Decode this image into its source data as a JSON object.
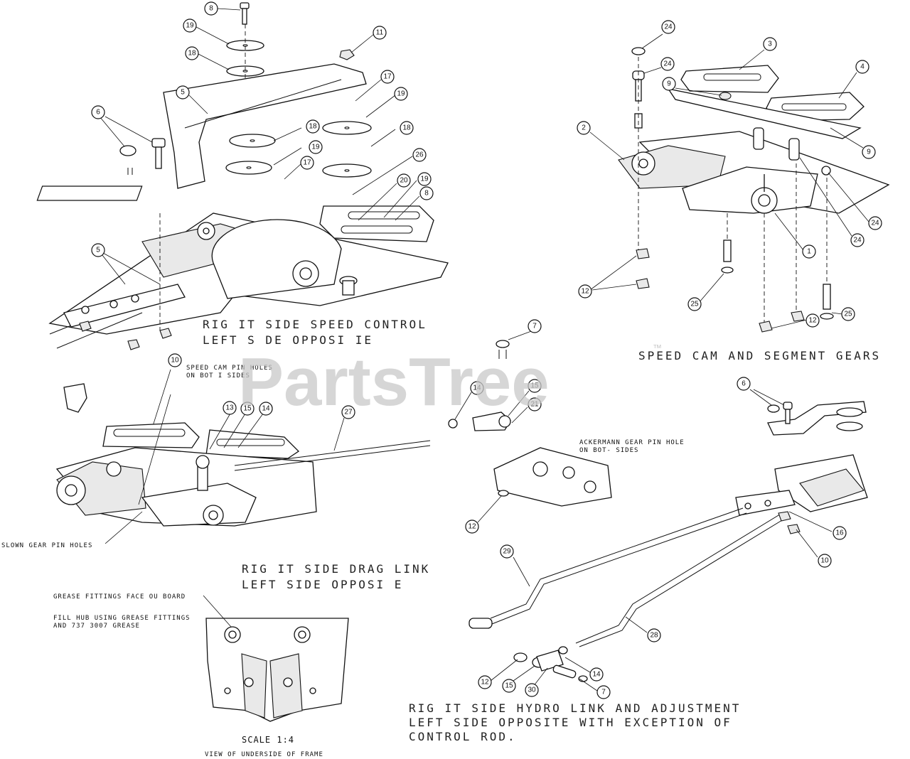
{
  "watermark": {
    "text": "PartsTree",
    "trademark": "™"
  },
  "labels": {
    "speed_control_1": "RIG IT SIDE SPEED CONTROL",
    "speed_control_2": "LEFT S DE OPPOSI IE",
    "speed_cam_pin_1": "SPEED CAM PIN HOLES",
    "speed_cam_pin_2": "ON BOT I SIDES",
    "speed_cam_segment": "SPEED CAM AND SEGMENT GEARS",
    "ackermann_1": "ACKERMANN GEAR PIN HOLE",
    "ackermann_2": "ON BOT- SIDES",
    "slow_gear": "SLOWN  GEAR PIN HOLES",
    "drag_link_1": "RIG IT SIDE DRAG LINK",
    "drag_link_2": "LEFT SIDE OPPOSI E",
    "grease_1": "GREASE FITTINGS FACE OU BOARD",
    "grease_2": "FILL HUB USING GREASE FITTINGS",
    "grease_3": "AND 737 3007 GREASE",
    "scale": "SCALE 1:4",
    "underside": "VIEW OF UNDERSIDE OF FRAME",
    "hydro_1": "RIG IT SIDE HYDRO LINK AND ADJUSTMENT",
    "hydro_2": "LEFT SIDE OPPOSITE WITH EXCEPTION OF",
    "hydro_3": "CONTROL ROD."
  },
  "callouts": {
    "c8a": "8",
    "c19a": "19",
    "c11": "11",
    "c18a": "18",
    "c17a": "17",
    "c19b": "19",
    "c5a": "5",
    "c6a": "6",
    "c18b": "18",
    "c18c": "18",
    "c19c": "19",
    "c17b": "17",
    "c26": "26",
    "c20": "20",
    "c19d": "19",
    "c8b": "8",
    "c5b": "5",
    "c10a": "10",
    "c24a": "24",
    "c24b": "24",
    "c3": "3",
    "c4": "4",
    "c9a": "9",
    "c9b": "9",
    "c2": "2",
    "c24c": "24",
    "c24d": "24",
    "c1": "1",
    "c12a": "12",
    "c25a": "25",
    "c12b": "12",
    "c25b": "25",
    "c7a": "7",
    "c14a": "14",
    "c15a": "15",
    "c21": "21",
    "c13": "13",
    "c15b": "15",
    "c14b": "14",
    "c27": "27",
    "c12c": "12",
    "c6b": "6",
    "c16": "16",
    "c10b": "10",
    "c29": "29",
    "c28": "28",
    "c12d": "12",
    "c15c": "15",
    "c30": "30",
    "c14c": "14",
    "c7b": "7"
  }
}
